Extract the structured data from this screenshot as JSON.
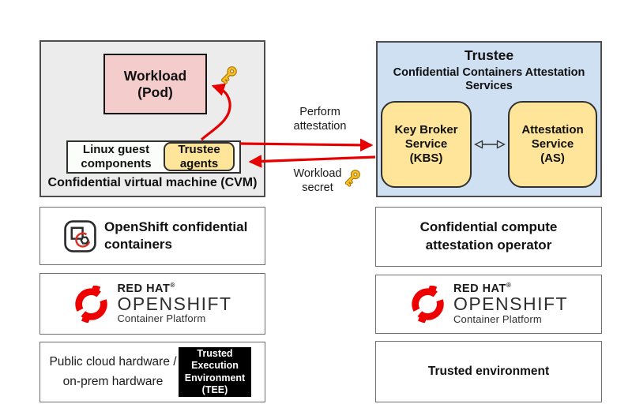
{
  "cvm": {
    "workload_label": "Workload\n(Pod)",
    "linux_label": "Linux guest\ncomponents",
    "agents_label": "Trustee\nagents",
    "caption": "Confidential virtual machine (CVM)"
  },
  "trustee": {
    "title": "Trustee",
    "subtitle": "Confidential Containers Attestation\nServices",
    "kbs_label": "Key Broker\nService\n(KBS)",
    "as_label": "Attestation\nService\n(AS)"
  },
  "flows": {
    "attestation_label": "Perform\nattestation",
    "secret_label": "Workload\nsecret"
  },
  "left_column": {
    "openshift_cc_label": "OpenShift confidential\ncontainers",
    "hardware_label": "Public cloud hardware /\non-prem hardware",
    "tee_label": "Trusted\nExecution\nEnvironment\n(TEE)"
  },
  "right_column": {
    "operator_label": "Confidential compute\nattestation operator",
    "trusted_env_label": "Trusted environment"
  },
  "redhat_logo": {
    "brand": "RED HAT",
    "registered": "®",
    "product": "OPENSHIFT",
    "tagline": "Container Platform"
  },
  "icons": {
    "key": "gold-key",
    "openshift_confidential_containers": "rounded-square-with-window-and-nut",
    "redhat_openshift": "red-broken-circle",
    "kbs_as_link": "double-headed-open-arrow"
  },
  "colors": {
    "arrow_red": "#e60000",
    "trustee_blue": "#cfe0f2",
    "service_yellow": "#ffe599",
    "workload_pink": "#f4cccc",
    "cvm_gray": "#ececec",
    "tee_black": "#000000",
    "redhat_red": "#ee0000",
    "key_gold": "#fcbf29"
  }
}
